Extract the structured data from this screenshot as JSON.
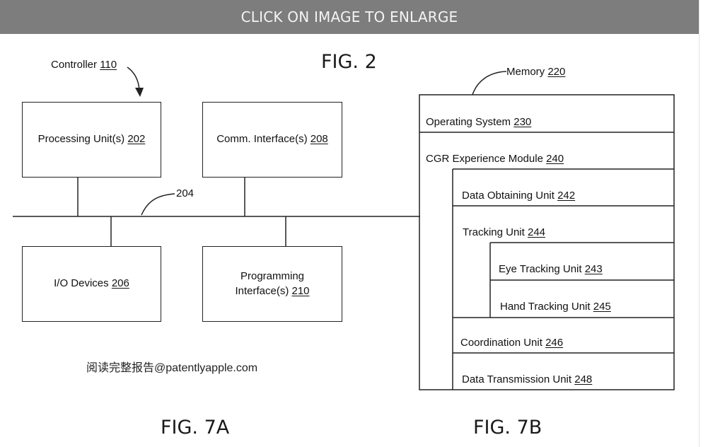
{
  "banner": {
    "text": "CLICK ON IMAGE TO ENLARGE"
  },
  "fig2": {
    "title": "FIG. 2",
    "controller": {
      "label": "Controller",
      "ref": "110"
    },
    "bus_ref": "204",
    "boxes": {
      "processing": {
        "label": "Processing Unit(s)",
        "ref": "202"
      },
      "comm": {
        "label": "Comm. Interface(s)",
        "ref": "208"
      },
      "io": {
        "label": "I/O Devices",
        "ref": "206"
      },
      "prog": {
        "line1": "Programming",
        "line2": "Interface(s)",
        "ref": "210"
      }
    }
  },
  "memory": {
    "label": "Memory",
    "ref": "220",
    "rows": {
      "os": {
        "label": "Operating System",
        "ref": "230"
      },
      "cgr": {
        "label": "CGR Experience Module",
        "ref": "240"
      },
      "data_obtaining": {
        "label": "Data Obtaining Unit",
        "ref": "242"
      },
      "tracking": {
        "label": "Tracking Unit",
        "ref": "244"
      },
      "eye_tracking": {
        "label": "Eye Tracking Unit",
        "ref": "243"
      },
      "hand_tracking": {
        "label": "Hand Tracking Unit",
        "ref": "245"
      },
      "coordination": {
        "label": "Coordination Unit",
        "ref": "246"
      },
      "data_transmission": {
        "label": "Data Transmission Unit",
        "ref": "248"
      }
    }
  },
  "watermark": "阅读完整报告@patentlyapple.com",
  "captions": {
    "fig7a": "FIG. 7A",
    "fig7b": "FIG. 7B"
  }
}
